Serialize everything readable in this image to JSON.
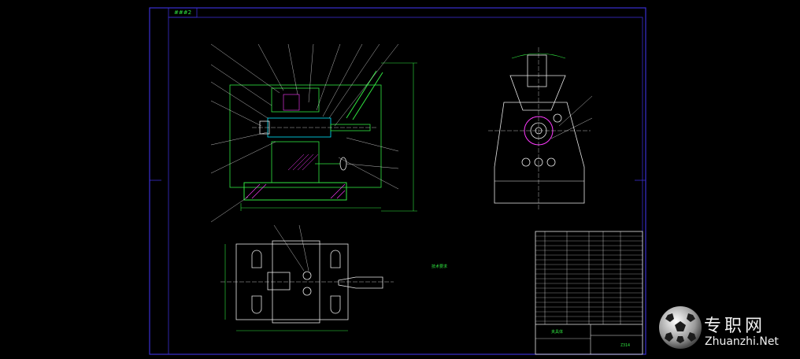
{
  "drawing": {
    "corner_tag": "###2",
    "scale_note": "技术要求",
    "title_block_name": "Z314",
    "title_block_label": "夹具体"
  },
  "watermark": {
    "site_cn": "专职网",
    "site_en": "Zhuanzhi.Net",
    "logo_icon": "soccer-ball-icon"
  },
  "colors": {
    "background": "#000000",
    "frame": "#3a2fd0",
    "outline": "#30e640",
    "part": "#00e8ff",
    "hatch": "#ff3aff",
    "leader": "#e8e8e8"
  }
}
